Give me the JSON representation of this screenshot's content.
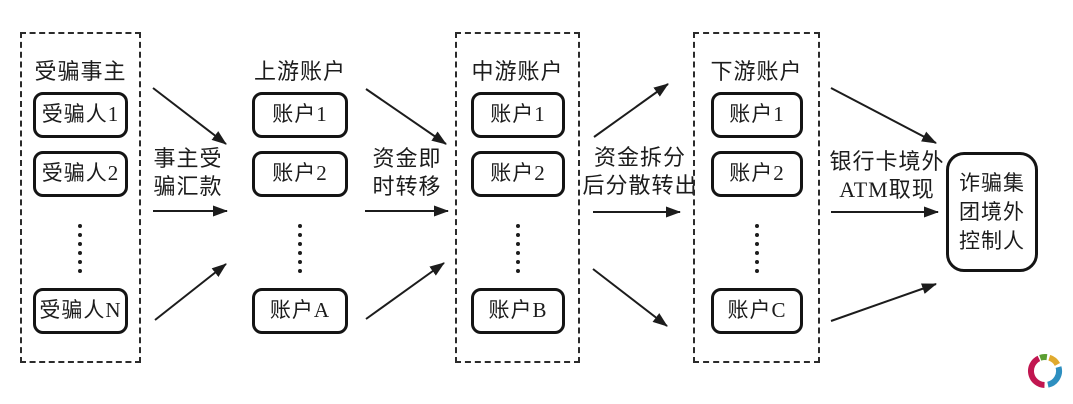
{
  "diagram": {
    "description_ink": "#1c1c1c",
    "columns": [
      {
        "id": "victims",
        "title": "受骗事主",
        "dashed_border": true,
        "items": [
          "受骗人1",
          "受骗人2",
          "受骗人N"
        ]
      },
      {
        "id": "upstream",
        "title": "上游账户",
        "dashed_border": false,
        "items": [
          "账户1",
          "账户2",
          "账户A"
        ]
      },
      {
        "id": "midstream",
        "title": "中游账户",
        "dashed_border": true,
        "items": [
          "账户1",
          "账户2",
          "账户B"
        ]
      },
      {
        "id": "downstream",
        "title": "下游账户",
        "dashed_border": true,
        "items": [
          "账户1",
          "账户2",
          "账户C"
        ]
      }
    ],
    "flow_labels": [
      {
        "line1": "事主受",
        "line2": "骗汇款"
      },
      {
        "line1": "资金即",
        "line2": "时转移"
      },
      {
        "line1": "资金拆分",
        "line2": "后分散转出"
      },
      {
        "line1": "银行卡境外",
        "line2": "ATM取现"
      }
    ],
    "terminal": {
      "lines": [
        "诈骗集",
        "团境外",
        "控制人"
      ]
    },
    "logo": {
      "name": "ring-segments-logo",
      "colors": {
        "crimson": "#c11650",
        "green": "#5a9e32",
        "yellow": "#e0aa2e",
        "blue": "#2e8fc0"
      }
    }
  }
}
